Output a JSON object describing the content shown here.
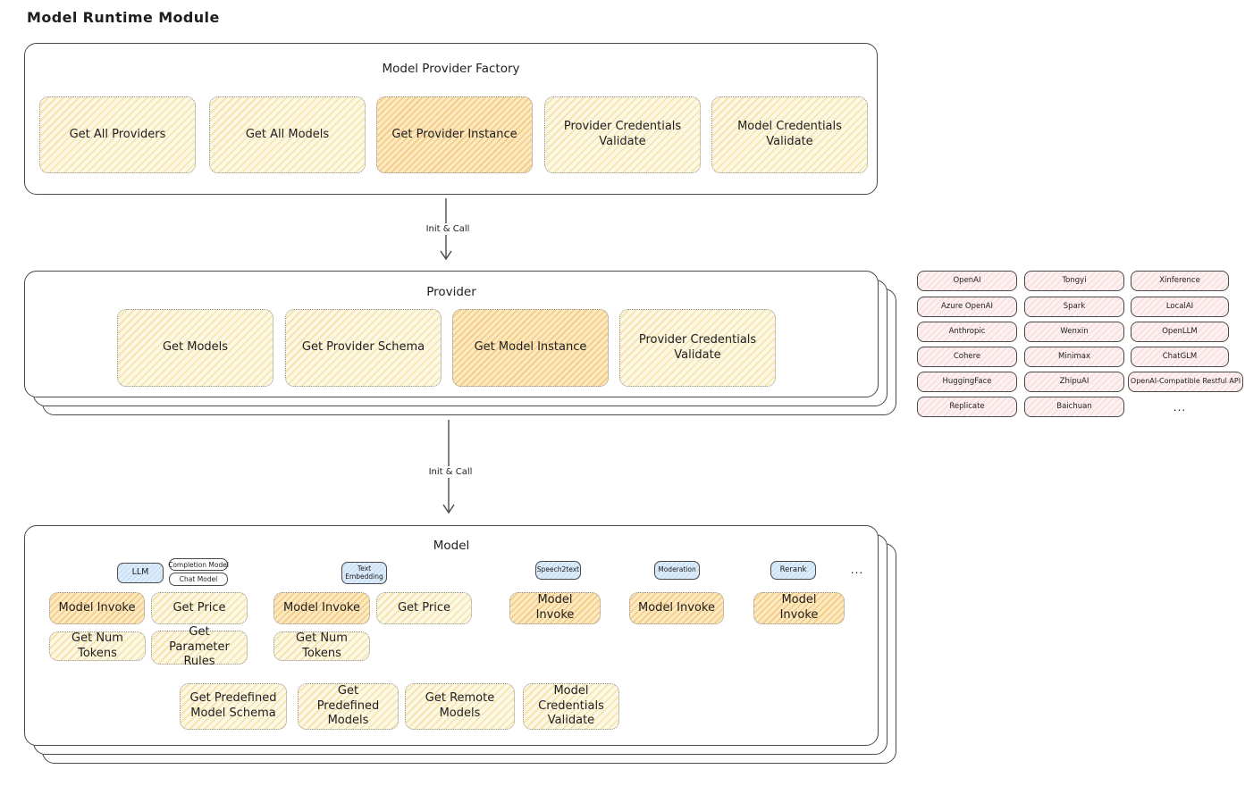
{
  "diagram_title": "Model Runtime Module",
  "factory": {
    "title": "Model Provider Factory",
    "nodes": [
      "Get All Providers",
      "Get All Models",
      "Get Provider Instance",
      "Provider Credentials Validate",
      "Model Credentials Validate"
    ]
  },
  "arrow1_label": "Init & Call",
  "arrow2_label": "Init & Call",
  "provider": {
    "title": "Provider",
    "nodes": [
      "Get Models",
      "Get Provider Schema",
      "Get Model Instance",
      "Provider Credentials Validate"
    ]
  },
  "provider_list": {
    "col1": [
      "OpenAI",
      "Azure OpenAI",
      "Anthropic",
      "Cohere",
      "HuggingFace",
      "Replicate"
    ],
    "col2": [
      "Tongyi",
      "Spark",
      "Wenxin",
      "Minimax",
      "ZhipuAI",
      "Baichuan"
    ],
    "col3": [
      "Xinference",
      "LocalAI",
      "OpenLLM",
      "ChatGLM",
      "OpenAI-Compatible Restful API"
    ],
    "more": "..."
  },
  "model": {
    "title": "Model",
    "type_tags": {
      "llm": "LLM",
      "completion": "Completion Model",
      "chat": "Chat Model",
      "text_embedding": "Text Embedding",
      "speech2text": "Speech2text",
      "moderation": "Moderation",
      "rerank": "Rerank",
      "more": "..."
    },
    "llm_nodes": [
      "Model Invoke",
      "Get Price",
      "Get Num Tokens",
      "Get Parameter Rules"
    ],
    "embedding_nodes": [
      "Model Invoke",
      "Get Price",
      "Get Num Tokens"
    ],
    "speech2text_nodes": [
      "Model Invoke"
    ],
    "moderation_nodes": [
      "Model Invoke"
    ],
    "rerank_nodes": [
      "Model Invoke"
    ],
    "bottom_nodes": [
      "Get Predefined Model Schema",
      "Get Predefined Models",
      "Get Remote Models",
      "Model Credentials Validate"
    ]
  },
  "colors": {
    "node_yellow": "#fdf8e3",
    "node_highlight_orange": "#fbe9c0",
    "provider_pink": "#fdf0f0",
    "tag_blue": "#dcecfa",
    "stroke": "#494949"
  }
}
